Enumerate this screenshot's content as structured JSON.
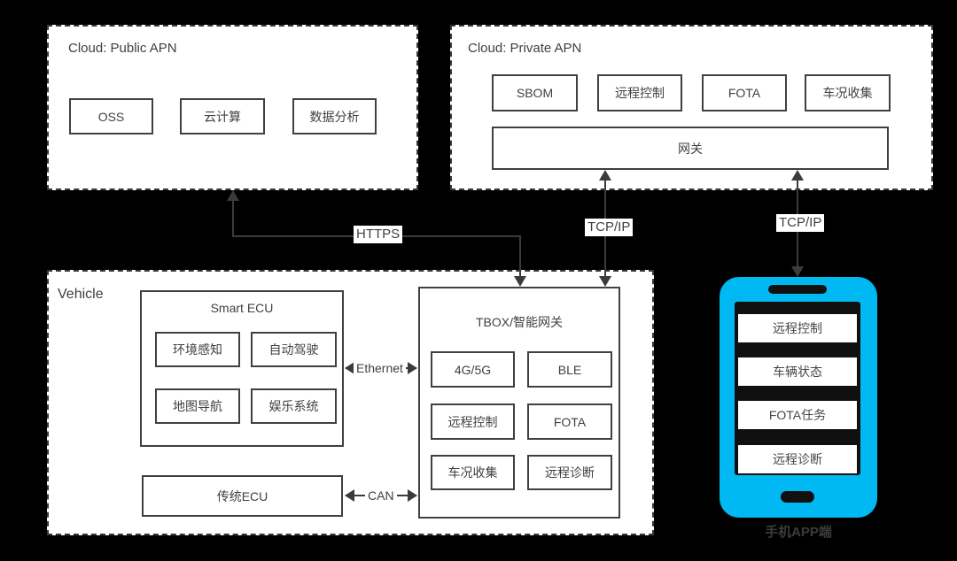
{
  "colors": {
    "background": "#000000",
    "panel_fill": "#ffffff",
    "border_dark": "#404040",
    "phone_accent": "#00b9f2"
  },
  "public_apn": {
    "title": "Cloud: Public APN",
    "items": [
      "OSS",
      "云计算",
      "数据分析"
    ]
  },
  "private_apn": {
    "title": "Cloud: Private APN",
    "items": [
      "SBOM",
      "远程控制",
      "FOTA",
      "车况收集"
    ],
    "gateway": "网关"
  },
  "vehicle": {
    "title": "Vehicle",
    "smart_ecu": {
      "title": "Smart ECU",
      "items": [
        "环境感知",
        "自动驾驶",
        "地图导航",
        "娱乐系统"
      ]
    },
    "tbox": {
      "title": "TBOX/智能网关",
      "items": [
        "4G/5G",
        "BLE",
        "远程控制",
        "FOTA",
        "车况收集",
        "远程诊断"
      ]
    },
    "legacy_ecu": "传统ECU"
  },
  "phone": {
    "items": [
      "远程控制",
      "车辆状态",
      "FOTA任务",
      "远程诊断"
    ],
    "caption": "手机APP端"
  },
  "connections": {
    "https": "HTTPS",
    "tcpip_left": "TCP/IP",
    "tcpip_right": "TCP/IP",
    "ethernet": "Ethernet",
    "can": "CAN"
  }
}
